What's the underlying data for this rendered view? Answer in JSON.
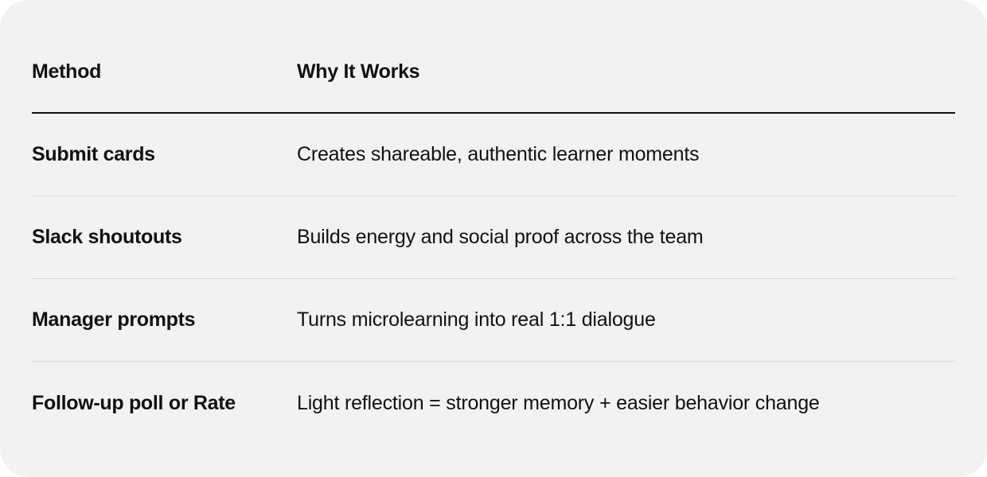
{
  "table": {
    "headers": {
      "method": "Method",
      "why": "Why It Works"
    },
    "rows": [
      {
        "method": "Submit cards",
        "why": "Creates shareable, authentic learner moments"
      },
      {
        "method": "Slack shoutouts",
        "why": "Builds energy and social proof across the team"
      },
      {
        "method": "Manager prompts",
        "why": "Turns microlearning into real 1:1 dialogue"
      },
      {
        "method": "Follow-up poll or Rate",
        "why": "Light reflection = stronger memory + easier behavior change"
      }
    ]
  }
}
